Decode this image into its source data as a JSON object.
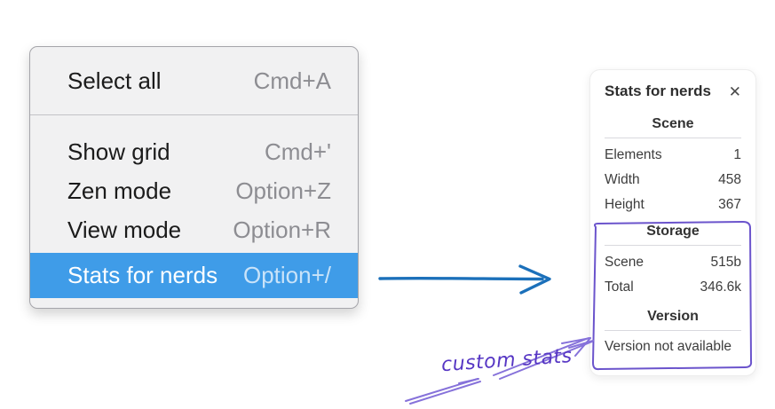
{
  "colors": {
    "menu_highlight": "#3f9ce8",
    "menu_bg": "#f1f1f2",
    "menu_border": "#a5a5aa",
    "menu_divider": "#c2c2c6",
    "menu_label": "#1b1b1b",
    "menu_shortcut": "#8d8d92",
    "panel_text": "#3d3d3d",
    "panel_hr": "#d9d9de",
    "arrow_blue": "#1b70ba",
    "annotation_purple": "#8672da",
    "annotation_text_purple": "#5636c4",
    "box_purple": "#6b54cc"
  },
  "context_menu": {
    "items": [
      {
        "label": "Select all",
        "shortcut": "Cmd+A",
        "selected": false
      },
      {
        "label": "Show grid",
        "shortcut": "Cmd+'",
        "selected": false
      },
      {
        "label": "Zen mode",
        "shortcut": "Option+Z",
        "selected": false
      },
      {
        "label": "View mode",
        "shortcut": "Option+R",
        "selected": false
      },
      {
        "label": "Stats for nerds",
        "shortcut": "Option+/",
        "selected": true
      }
    ]
  },
  "stats_panel": {
    "title": "Stats for nerds",
    "close_icon": "✕",
    "sections": [
      {
        "header": "Scene",
        "rows": [
          {
            "label": "Elements",
            "value": "1"
          },
          {
            "label": "Width",
            "value": "458"
          },
          {
            "label": "Height",
            "value": "367"
          }
        ]
      },
      {
        "header": "Storage",
        "rows": [
          {
            "label": "Scene",
            "value": "515b"
          },
          {
            "label": "Total",
            "value": "346.6k"
          }
        ]
      },
      {
        "header": "Version",
        "note": "Version not available"
      }
    ]
  },
  "annotations": {
    "label": "custom stats"
  }
}
